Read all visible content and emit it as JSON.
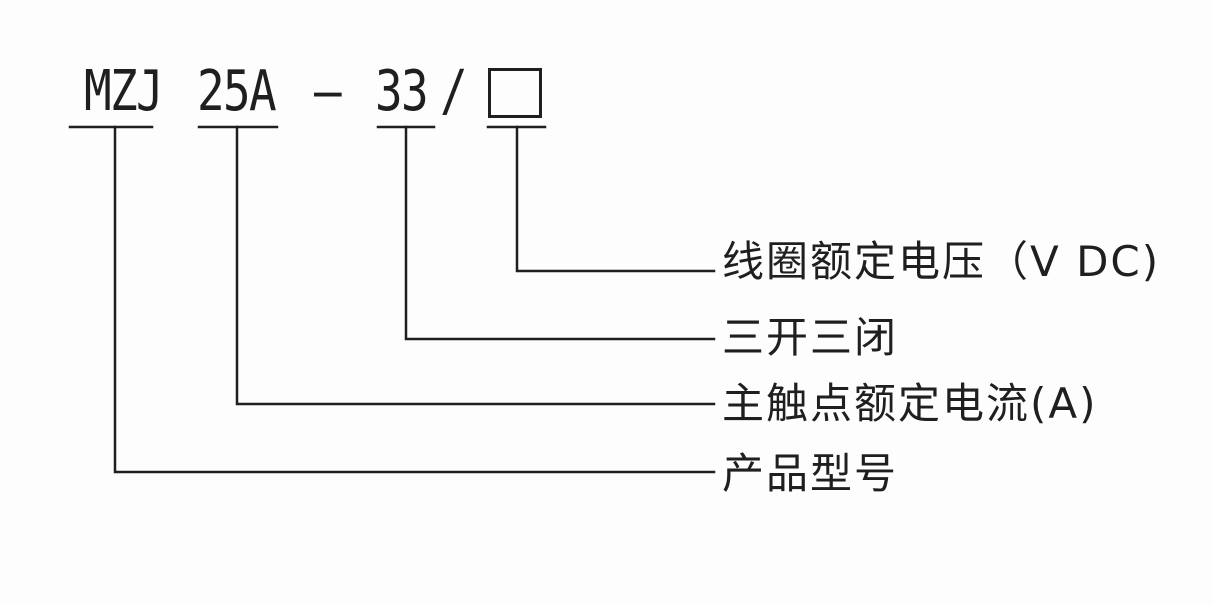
{
  "code": {
    "model": "MZJ",
    "current": "25A",
    "dash": "—",
    "contacts": "33",
    "slash": "/"
  },
  "labels": {
    "coil_voltage": "线圈额定电压（V DC)",
    "contact_config": "三开三闭",
    "main_contact_current": "主触点额定电流(A)",
    "product_model": "产品型号"
  },
  "colors": {
    "ink": "#1f1f1f",
    "background": "#fdfdfd"
  }
}
